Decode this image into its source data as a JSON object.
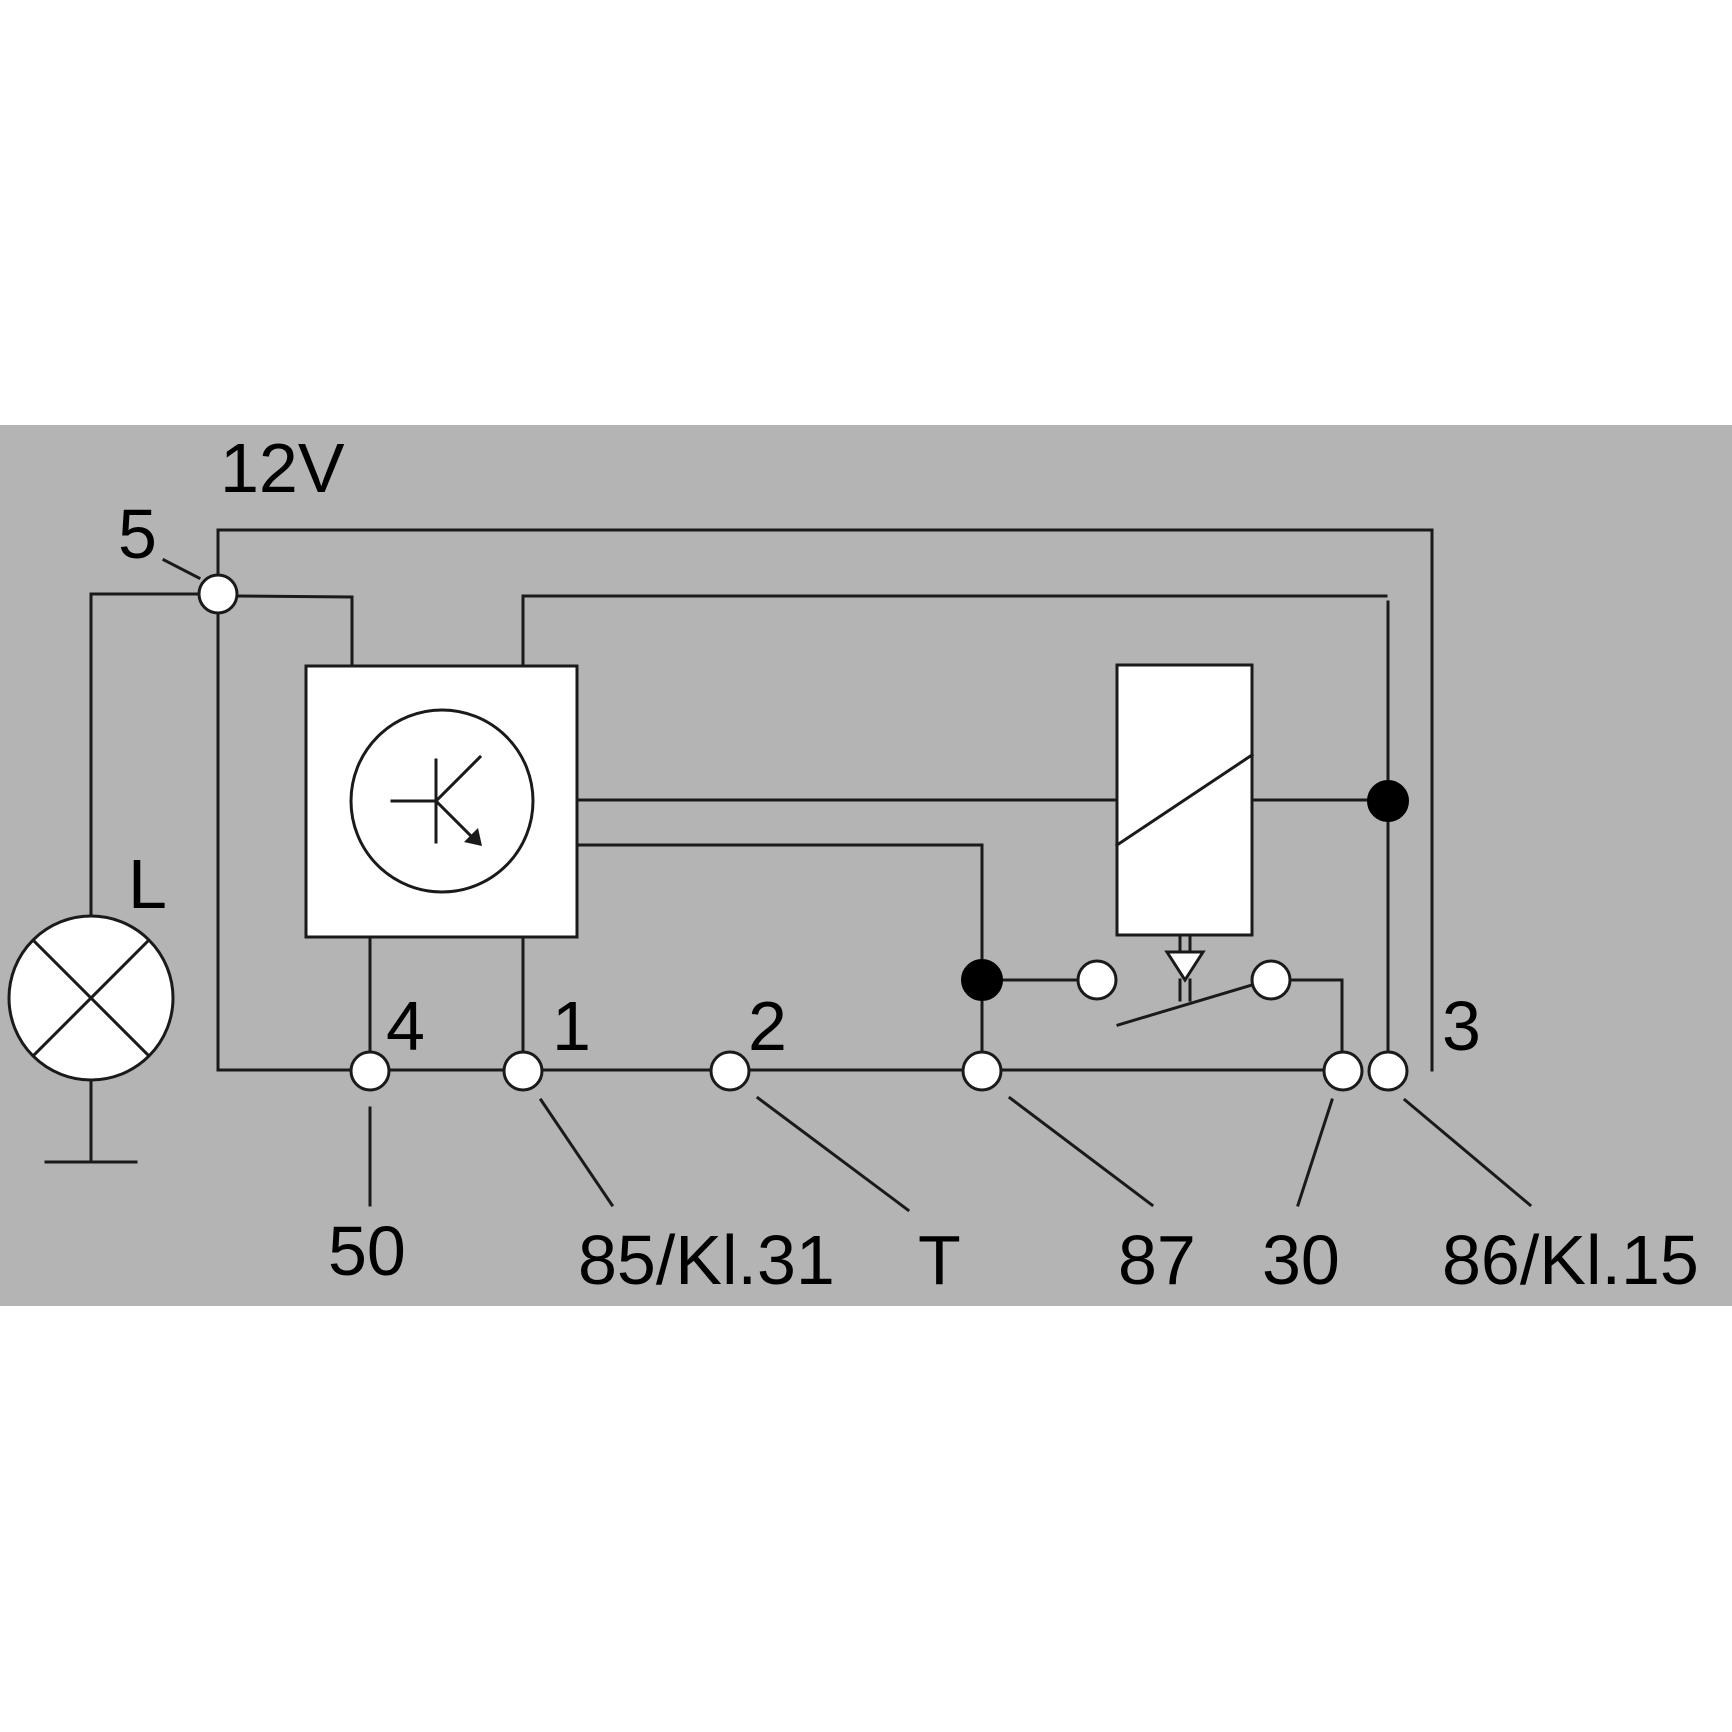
{
  "diagram": {
    "background_color": "#b4b4b4",
    "line_color": "#1a1a1a",
    "labels": {
      "voltage": "12V",
      "lamp": "L",
      "pin_5": "5",
      "pin_4": "4",
      "pin_1": "1",
      "pin_2": "2",
      "pin_3": "3",
      "terminal_50": "50",
      "terminal_85": "85/Kl.31",
      "terminal_t": "T",
      "terminal_87": "87",
      "terminal_30": "30",
      "terminal_86": "86/Kl.15"
    },
    "icons": {
      "lamp": "lamp-icon",
      "ground": "ground-icon",
      "transistor": "transistor-icon",
      "relay_coil": "relay-coil-icon",
      "relay_switch": "relay-switch-icon"
    }
  }
}
